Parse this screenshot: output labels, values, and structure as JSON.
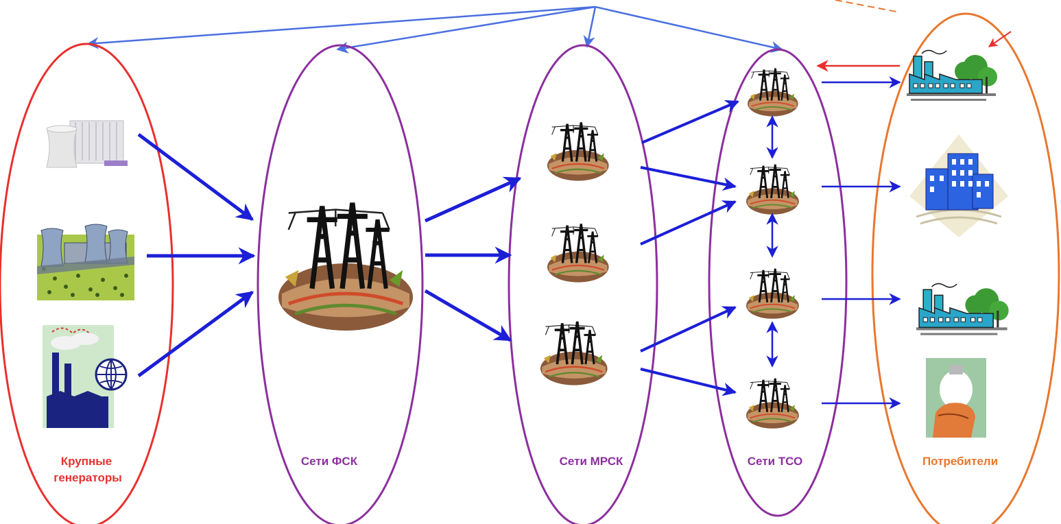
{
  "groups": {
    "generators": {
      "label_line1": "Крупные",
      "label_line2": "генераторы",
      "color": "#e8302e"
    },
    "fsk": {
      "label": "Сети ФСК",
      "color": "#8b2f9e"
    },
    "mrsk": {
      "label": "Сети МРСК",
      "color": "#8b2f9e"
    },
    "tso": {
      "label": "Сети ТСО",
      "color": "#8b2f9e"
    },
    "consumers": {
      "label": "Потребители",
      "color": "#e8772e"
    }
  },
  "colors": {
    "flow_arrow": "#1c1fd6",
    "top_arrow": "#4a6fe0",
    "return_arrow": "#e8302e",
    "dashed_line": "#e8772e"
  },
  "icons": {
    "generators": [
      "nuclear-plant-icon",
      "thermal-plant-icon",
      "industrial-plant-icon"
    ],
    "networks": "power-line-tower-icon",
    "consumers": [
      "factory-icon",
      "office-building-icon",
      "factory-icon",
      "light-bulb-hand-icon"
    ]
  }
}
